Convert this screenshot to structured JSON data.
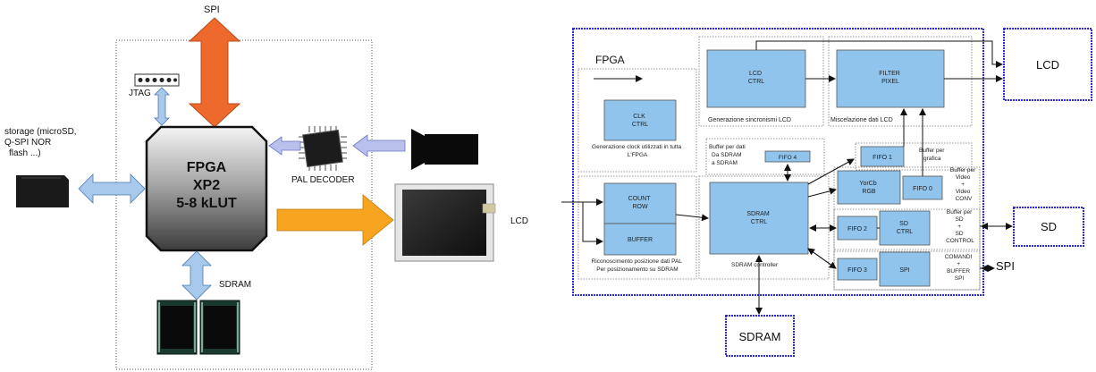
{
  "left_diagram": {
    "arrow_top_label": "SPI",
    "jtag_label": "JTAG",
    "storage_line1": "storage (microSD,",
    "storage_line2": "Q-SPI NOR",
    "storage_line3": "flash ...)",
    "fpga_line1": "FPGA",
    "fpga_line2": "XP2",
    "fpga_line3": "5-8 kLUT",
    "pal_decoder_label": "PAL DECODER",
    "lcd_label": "LCD",
    "sdram_label": "SDRAM"
  },
  "right_diagram": {
    "fpga_title": "FPGA",
    "lcd_ctrl_line1": "LCD",
    "lcd_ctrl_line2": "CTRL",
    "lcd_section_caption": "Generazione sincronismi LCD",
    "filter_line1": "FILTER",
    "filter_line2": "PIXEL",
    "filter_section_caption": "Miscelazione dati LCD",
    "clk_line1": "CLK",
    "clk_line2": "CTRL",
    "clk_caption1": "Generazione clock utilizzati in tutta",
    "clk_caption2": "L'FPGA",
    "buffer_sdram_line1": "Buffer per dati",
    "buffer_sdram_line2": "Da SDRAM",
    "buffer_sdram_line3": "a SDRAM",
    "fifo4": "FIFO 4",
    "fifo1": "FIFO 1",
    "buffer_grafica_line1": "Buffer per",
    "buffer_grafica_line2": "grafica",
    "yorcb_line1": "YorCb",
    "yorcb_line2": "RGB",
    "fifo0": "FIFO 0",
    "buffer_video_line1": "Buffer per",
    "buffer_video_line2": "Video",
    "buffer_video_line3": "+",
    "buffer_video_line4": "Video",
    "buffer_video_line5": "CONV",
    "count_line1": "COUNT",
    "count_line2": "ROW",
    "buffer_label": "BUFFER",
    "pal_caption1": "Riconoscimento posizione dati PAL",
    "pal_caption2": "Per posizionamento su SDRAM",
    "sdram_ctrl_line1": "SDRAM",
    "sdram_ctrl_line2": "CTRL",
    "sdram_controller_caption": "SDRAM controller",
    "fifo2": "FIFO 2",
    "sd_ctrl_line1": "SD",
    "sd_ctrl_line2": "CTRL",
    "buffer_sd_line1": "Buffer per",
    "buffer_sd_line2": "SD",
    "buffer_sd_line3": "+",
    "buffer_sd_line4": "SD",
    "buffer_sd_line5": "CONTROL",
    "fifo3": "FIFO 3",
    "spi_block": "SPI",
    "comandi_line1": "COMANDI",
    "comandi_line2": "+",
    "comandi_line3": "BUFFER",
    "comandi_line4": "SPI",
    "ext_lcd": "LCD",
    "ext_sd": "SD",
    "ext_spi": "SPI",
    "ext_sdram": "SDRAM"
  },
  "colors": {
    "orange_arrow": "#ee6a2c",
    "yellow_arrow": "#f7a421",
    "light_blue_arrow": "#a8c8ec",
    "lavender_arrow": "#b8c0ec",
    "block_blue": "#90c4ec",
    "frame_blue": "#2b2bd0"
  }
}
